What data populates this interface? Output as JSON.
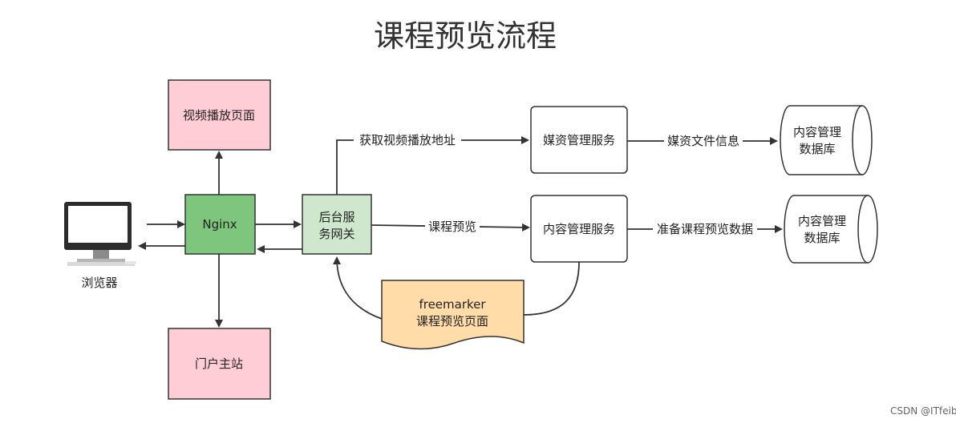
{
  "title": "课程预览流程",
  "nodes": {
    "video_page": "视频播放页面",
    "portal": "门户主站",
    "browser": "浏览器",
    "nginx": "Nginx",
    "gateway_line1": "后台服",
    "gateway_line2": "务网关",
    "media_service": "媒资管理服务",
    "content_service": "内容管理服务",
    "content_db1_line1": "内容管理",
    "content_db1_line2": "数据库",
    "content_db2_line1": "内容管理",
    "content_db2_line2": "数据库",
    "template_line1": "freemarker",
    "template_line2": "课程预览页面"
  },
  "edges": {
    "get_video_url": "获取视频播放地址",
    "media_file_info": "媒资文件信息",
    "course_preview": "课程预览",
    "prepare_preview_data": "准备课程预览数据"
  },
  "watermark": "CSDN @ITfeib",
  "colors": {
    "pink": "#ffcdd6",
    "green": "#7ec57d",
    "light_green": "#cfe8cd",
    "template_fill": "#ffdca8",
    "stroke": "#333333"
  }
}
